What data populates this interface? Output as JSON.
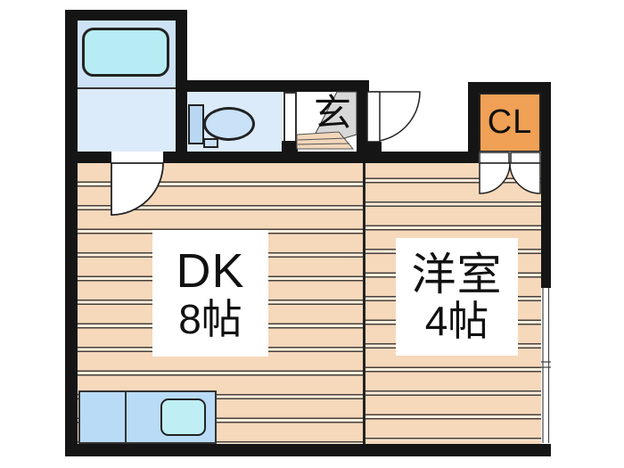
{
  "plan": {
    "rooms": {
      "dk": {
        "name": "DK",
        "size": "8帖"
      },
      "western": {
        "name": "洋室",
        "size": "4帖"
      },
      "entrance": {
        "label": "玄"
      },
      "closet": {
        "label": "CL"
      }
    },
    "fixtures": [
      "bathtub",
      "toilet",
      "kitchen-counter",
      "kitchen-sink",
      "sliding-window",
      "entrance-door",
      "washroom-door",
      "closet-double-doors",
      "toilet-sliding-door",
      "genkan-step"
    ],
    "colors": {
      "wall_black": "#151515",
      "flooring_tan": "#f6d8bb",
      "flooring_line_dark": "#45403a",
      "flooring_line_cream": "#fdeedd",
      "bathroom_blue": "#cde2f6",
      "washroom_blue": "#dcebfa",
      "toilet_room_blue": "#dcebfa",
      "tub_cyan": "#b7ecf4",
      "sink_cyan": "#bfeff5",
      "counter_blue": "#b9dbf6",
      "fixture_blue": "#b9d7f2",
      "closet_orange": "#f0a155",
      "genkan_gray": "#d8d8d8",
      "door_white": "#ffffff"
    }
  }
}
